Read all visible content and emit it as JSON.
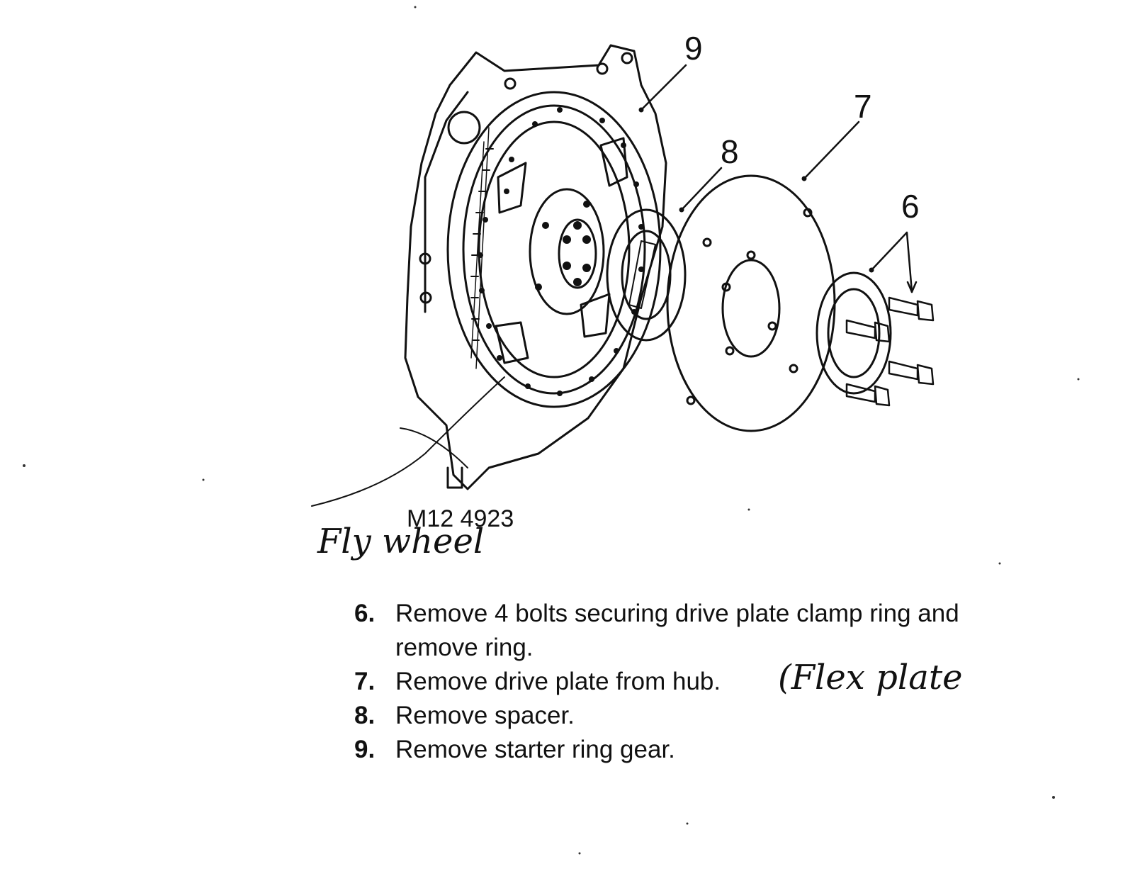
{
  "figure": {
    "callouts": [
      "9",
      "8",
      "7",
      "6"
    ],
    "figure_id": "M12 4923",
    "handwritten_flywheel": "Fly wheel",
    "handwritten_flexplate": "(Flex plate"
  },
  "steps": [
    {
      "num": "6.",
      "text": "Remove 4 bolts securing drive plate clamp ring and remove ring."
    },
    {
      "num": "7.",
      "text": "Remove drive plate from hub."
    },
    {
      "num": "8.",
      "text": "Remove spacer."
    },
    {
      "num": "9.",
      "text": "Remove starter ring gear."
    }
  ]
}
